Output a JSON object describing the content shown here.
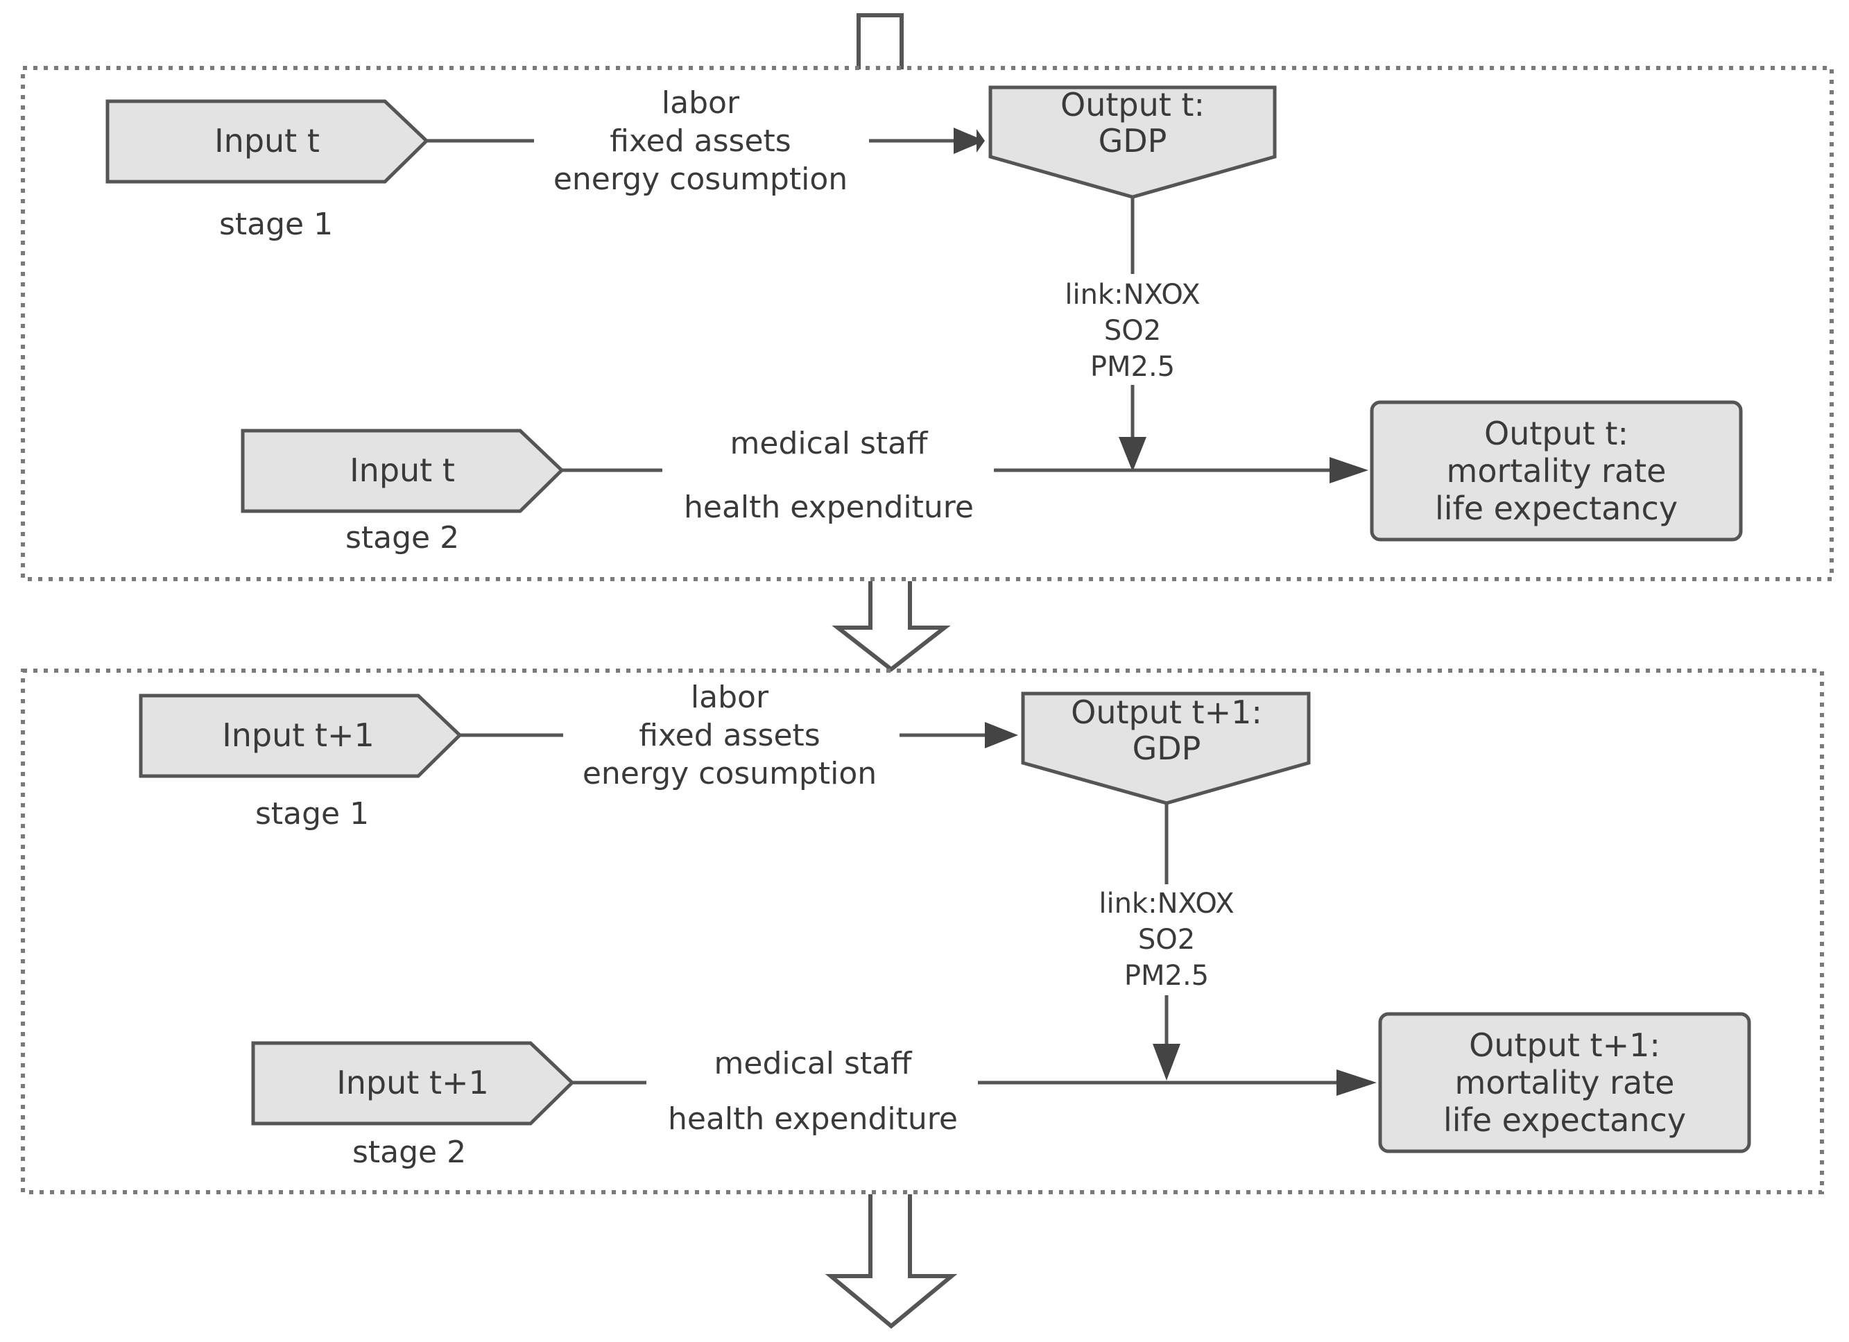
{
  "periods": [
    {
      "stage1": {
        "input_label": "Input t",
        "stage_label": "stage 1",
        "inputs": [
          "labor",
          "fixed assets",
          "energy cosumption"
        ],
        "output_title": "Output t:",
        "output_value": "GDP"
      },
      "link": [
        "link:NXOX",
        "SO2",
        "PM2.5"
      ],
      "stage2": {
        "input_label": "Input t",
        "stage_label": "stage 2",
        "inputs": [
          "medical staff",
          "health expenditure"
        ],
        "output_lines": [
          "Output t:",
          "mortality rate",
          "life expectancy"
        ]
      }
    },
    {
      "stage1": {
        "input_label": "Input t+1",
        "stage_label": "stage 1",
        "inputs": [
          "labor",
          "fixed assets",
          "energy cosumption"
        ],
        "output_title": "Output t+1:",
        "output_value": "GDP"
      },
      "link": [
        "link:NXOX",
        "SO2",
        "PM2.5"
      ],
      "stage2": {
        "input_label": "Input t+1",
        "stage_label": "stage 2",
        "inputs": [
          "medical staff",
          "health expenditure"
        ],
        "output_lines": [
          "Output t+1:",
          "mortality rate",
          "life expectancy"
        ]
      }
    }
  ],
  "colors": {
    "box_fill": "#e3e3e3",
    "stroke": "#555555",
    "dotted": "#7a7a7a"
  }
}
